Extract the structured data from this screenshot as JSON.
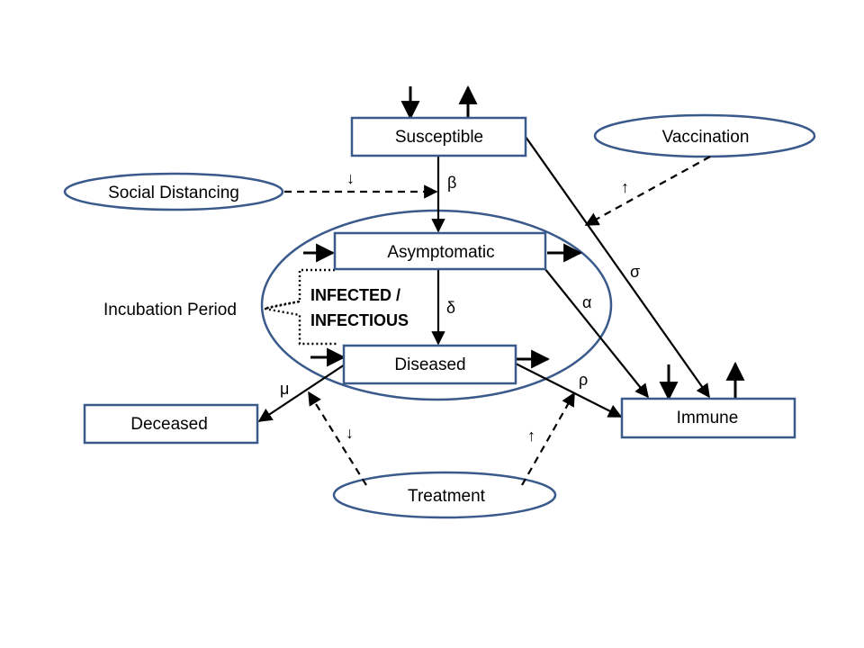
{
  "diagram": {
    "nodes": {
      "susceptible": "Susceptible",
      "asymptomatic": "Asymptomatic",
      "diseased": "Diseased",
      "deceased": "Deceased",
      "immune": "Immune"
    },
    "interventions": {
      "social_distancing": "Social Distancing",
      "vaccination": "Vaccination",
      "treatment": "Treatment"
    },
    "infected_group": {
      "line1": "INFECTED /",
      "line2": "INFECTIOUS"
    },
    "incubation_label": "Incubation Period",
    "rates": {
      "beta": "β",
      "delta": "δ",
      "alpha": "α",
      "sigma": "σ",
      "rho": "ρ",
      "mu": "μ"
    },
    "effects": {
      "decrease": "↓",
      "increase": "↑"
    },
    "colors": {
      "outline": "#3a5a8c",
      "line": "#000000",
      "background": "#ffffff"
    }
  }
}
